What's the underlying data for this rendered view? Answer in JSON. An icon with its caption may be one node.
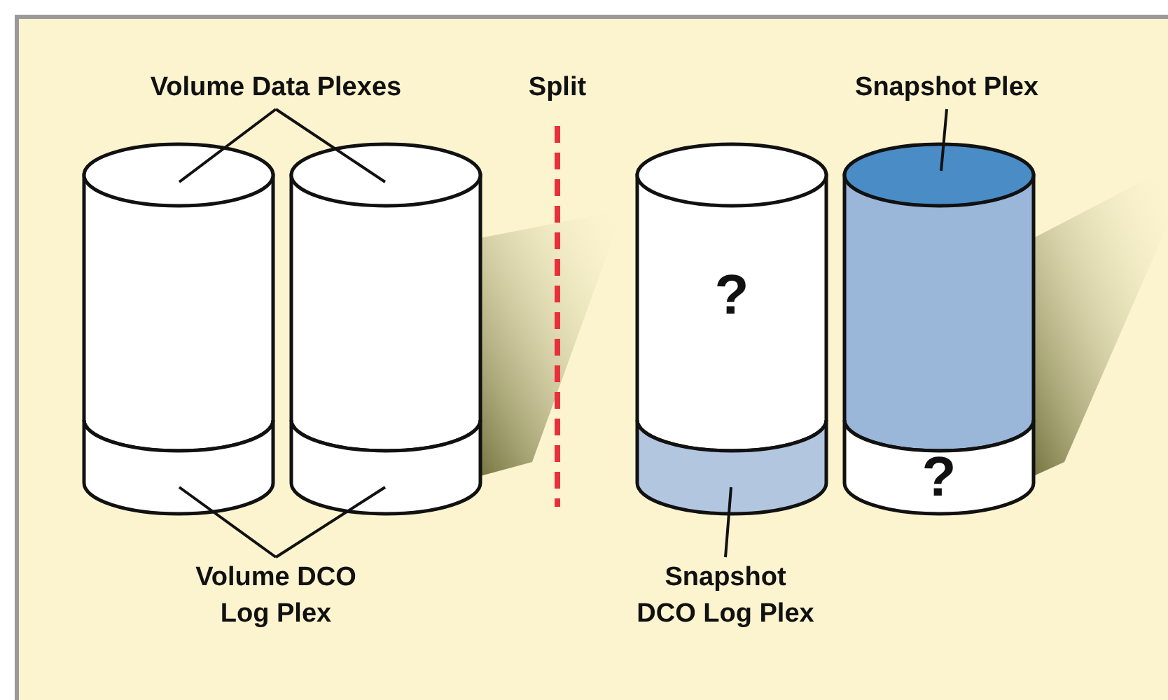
{
  "diagram": {
    "nodes": [
      {
        "text": [
          "Volume Data Plexes"
        ]
      },
      {
        "text": [
          "Snapshot Plex"
        ]
      },
      {
        "text": [],
        "shape": "cylinder"
      },
      {
        "text": [],
        "shape": "cylinder"
      },
      {
        "text": [
          "?"
        ]
      },
      {
        "text": [],
        "shape": "cylinder"
      },
      {
        "text": [],
        "shape": "cylinder"
      },
      {
        "text": [],
        "shape": "cylinder"
      },
      {
        "text": [],
        "shape": "cylinder"
      },
      {
        "text": [
          "?"
        ]
      },
      {
        "text": [
          "Volume DCO Log Plex"
        ]
      },
      {
        "text": [
          "Snapshot DCO Log Plex"
        ]
      }
    ],
    "edges": [
      {
        "from": 0,
        "to": 2,
        "arrow": "none"
      },
      {
        "from": 0,
        "to": 3,
        "arrow": "none"
      },
      {
        "from": 1,
        "to": 5,
        "arrow": "none"
      },
      {
        "from": 10,
        "to": 6,
        "arrow": "none"
      },
      {
        "from": 10,
        "to": 7,
        "arrow": "none"
      },
      {
        "from": 11,
        "to": 8,
        "arrow": "none"
      }
    ],
    "labels": [
      "Split"
    ]
  }
}
